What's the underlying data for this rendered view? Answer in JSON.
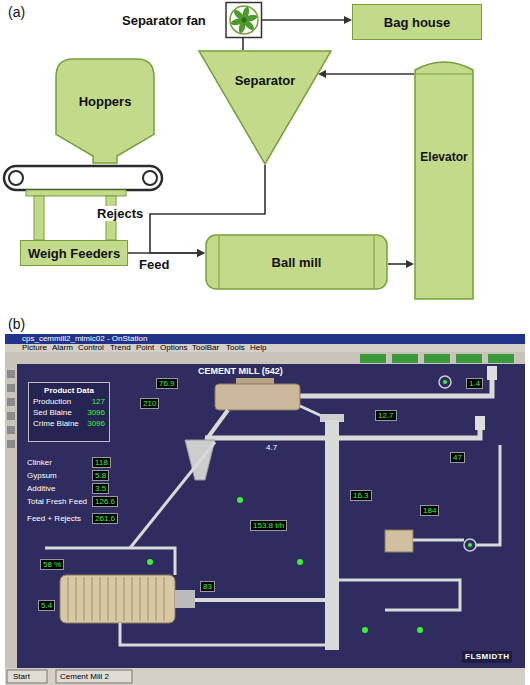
{
  "diagram": {
    "nodes": [
      {
        "text": [
          "Separator fan"
        ]
      },
      {
        "text": [
          "Bag house"
        ]
      },
      {
        "text": [
          "Hoppers"
        ]
      },
      {
        "text": [
          "Separator"
        ]
      },
      {
        "text": [
          "Elevator"
        ]
      },
      {
        "text": [
          "Weigh Feeders"
        ]
      },
      {
        "text": [
          "Ball mill"
        ]
      },
      {
        "text": [
          "Product Data",
          "Production",
          "127",
          "Sed Blaine",
          "3096",
          "Crime Blaine",
          "3096"
        ]
      }
    ],
    "edges": [
      {
        "from": 5,
        "to": 6,
        "label": "Feed",
        "arrow": "to"
      },
      {
        "from": 3,
        "to": 6,
        "label": "Rejects",
        "arrow": "to"
      },
      {
        "from": 6,
        "to": 4,
        "arrow": "to"
      },
      {
        "from": 4,
        "to": 3,
        "arrow": "to"
      },
      {
        "from": 3,
        "to": 0,
        "arrow": "none"
      },
      {
        "from": 0,
        "to": 1,
        "arrow": "to"
      }
    ],
    "labels": [
      "(a)",
      "(b)",
      "cps_cemmill2_mimic02 - OnStation",
      "Picture",
      "Alarm",
      "Control",
      "Trend",
      "Point",
      "Options",
      "ToolBar",
      "Tools",
      "Help",
      "CEMENT MILL (542)",
      "Clinker",
      "118",
      "Gypsum",
      "5.8",
      "Additive",
      "3.5",
      "Total Fresh Feed",
      "126.6",
      "Feed + Rejects",
      "261.6",
      "58 %",
      "76.9",
      "210",
      "4.7",
      "153.8 t/h",
      "16.3",
      "184",
      "12.7",
      "47",
      "1.4",
      "5.4",
      "83",
      "FLSMIDTH",
      "Start",
      "Cement Mill 2"
    ]
  }
}
